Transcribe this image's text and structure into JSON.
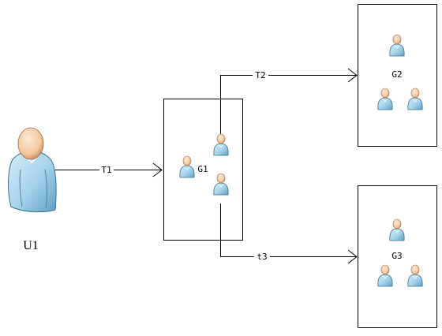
{
  "actor": {
    "label": "U1",
    "icon": "user-icon"
  },
  "groups": [
    {
      "id": "g1",
      "label": "G1",
      "icon": "user-group-icon"
    },
    {
      "id": "g2",
      "label": "G2",
      "icon": "user-group-icon"
    },
    {
      "id": "g3",
      "label": "G3",
      "icon": "user-group-icon"
    }
  ],
  "edges": [
    {
      "from": "U1",
      "to": "G1",
      "label": "T1"
    },
    {
      "from": "G1",
      "to": "G2",
      "label": "T2"
    },
    {
      "from": "G1",
      "to": "G3",
      "label": "t3"
    }
  ],
  "colors": {
    "line": "#000000",
    "skin": "#f6d2ae",
    "skin_dark": "#c79063",
    "shirt": "#a9d7ee",
    "shirt_dark": "#5e9fc2",
    "outline": "#3f6f8a"
  }
}
